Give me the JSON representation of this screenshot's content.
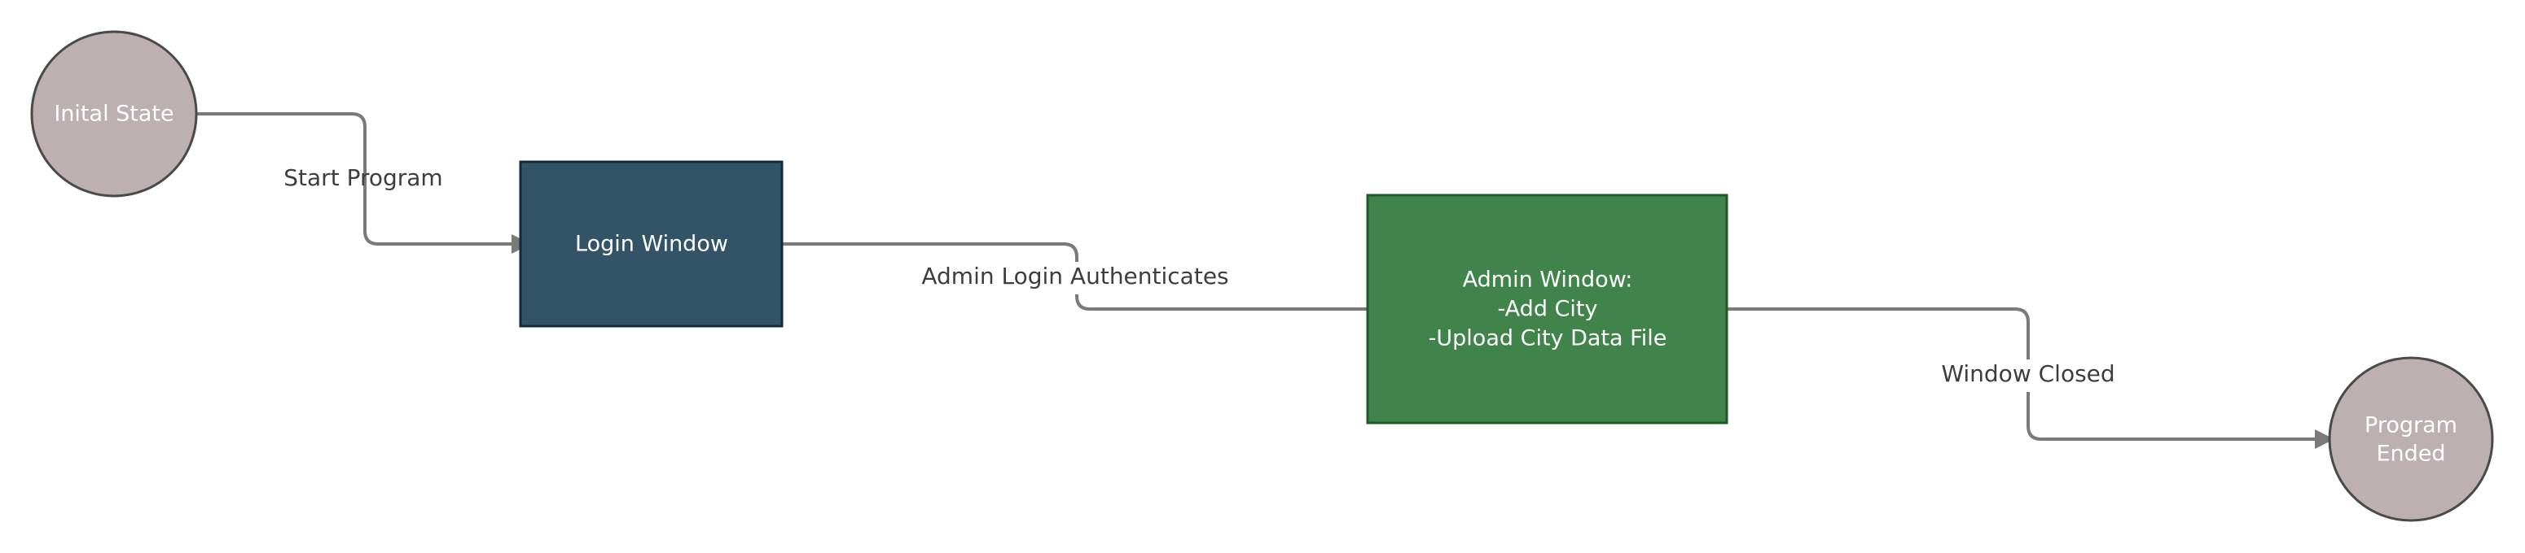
{
  "diagram": {
    "nodes": {
      "initial_state": {
        "lines": [
          "Inital State"
        ],
        "shape": "circle",
        "fill": "#bcb0b0",
        "stroke": "#4a4a4a"
      },
      "login_window": {
        "lines": [
          "Login Window"
        ],
        "shape": "rectangle",
        "fill": "#325466",
        "stroke": "#132b3a"
      },
      "admin_window": {
        "lines": [
          "Admin Window:",
          "-Add City",
          "-Upload City Data File"
        ],
        "shape": "rectangle",
        "fill": "#41844b",
        "stroke": "#1f5a28"
      },
      "program_ended": {
        "lines": [
          "Program",
          "Ended"
        ],
        "shape": "circle",
        "fill": "#bcb0b0",
        "stroke": "#4a4a4a"
      }
    },
    "edges": {
      "start_program": {
        "label": "Start Program",
        "from": "initial_state",
        "to": "login_window",
        "arrow": true
      },
      "admin_login": {
        "label": "Admin Login Authenticates",
        "from": "login_window",
        "to": "admin_window",
        "arrow": false
      },
      "window_closed": {
        "label": "Window Closed",
        "from": "admin_window",
        "to": "program_ended",
        "arrow": true
      }
    },
    "connector_color": "#7a7a7a",
    "label_color": "#3d3d3d",
    "text_on_node_color": "#ffffff"
  }
}
